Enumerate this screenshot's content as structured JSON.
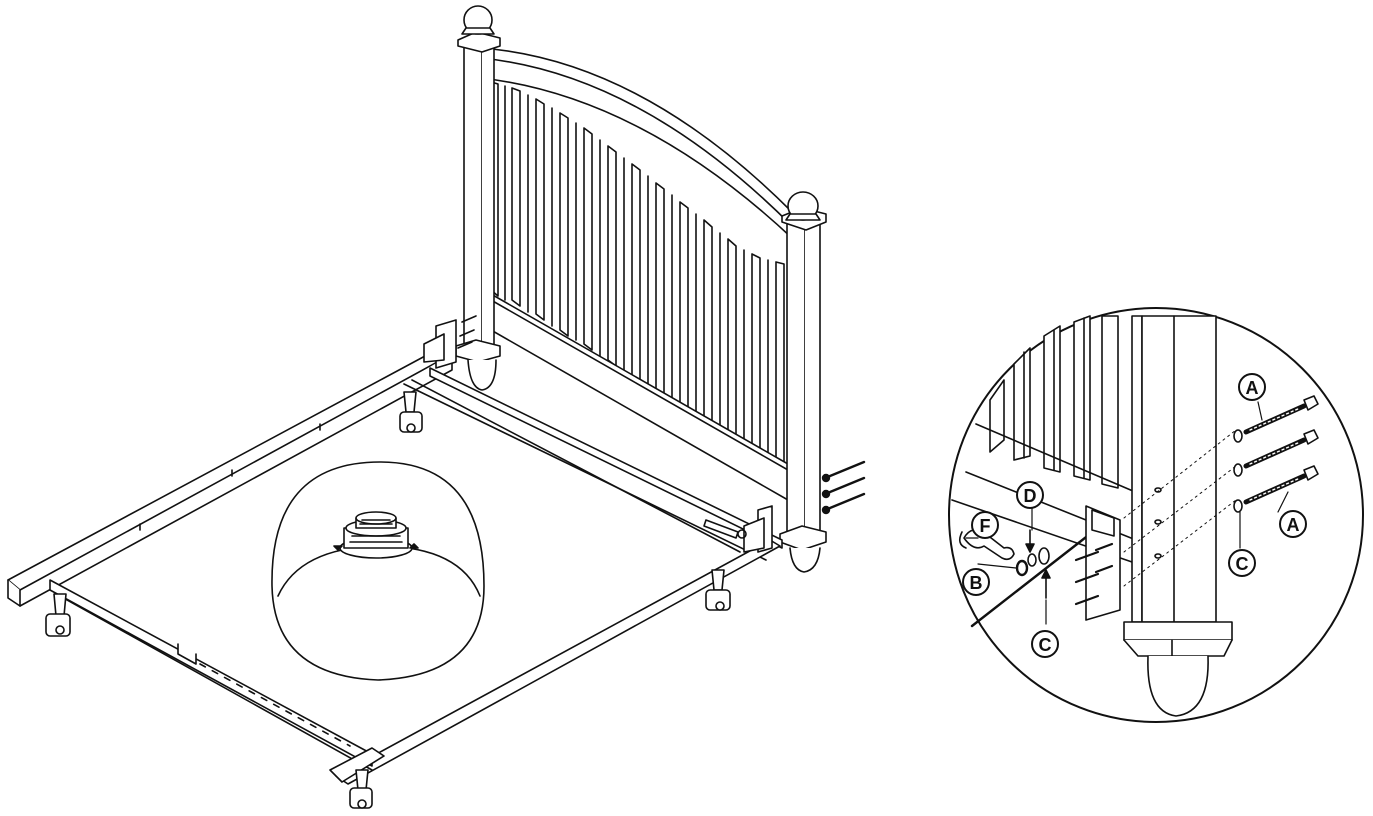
{
  "diagram": {
    "callout_labels": {
      "a_top": "A",
      "a_bottom": "A",
      "b": "B",
      "c_left": "C",
      "c_right": "C",
      "d": "D",
      "f": "F"
    }
  }
}
